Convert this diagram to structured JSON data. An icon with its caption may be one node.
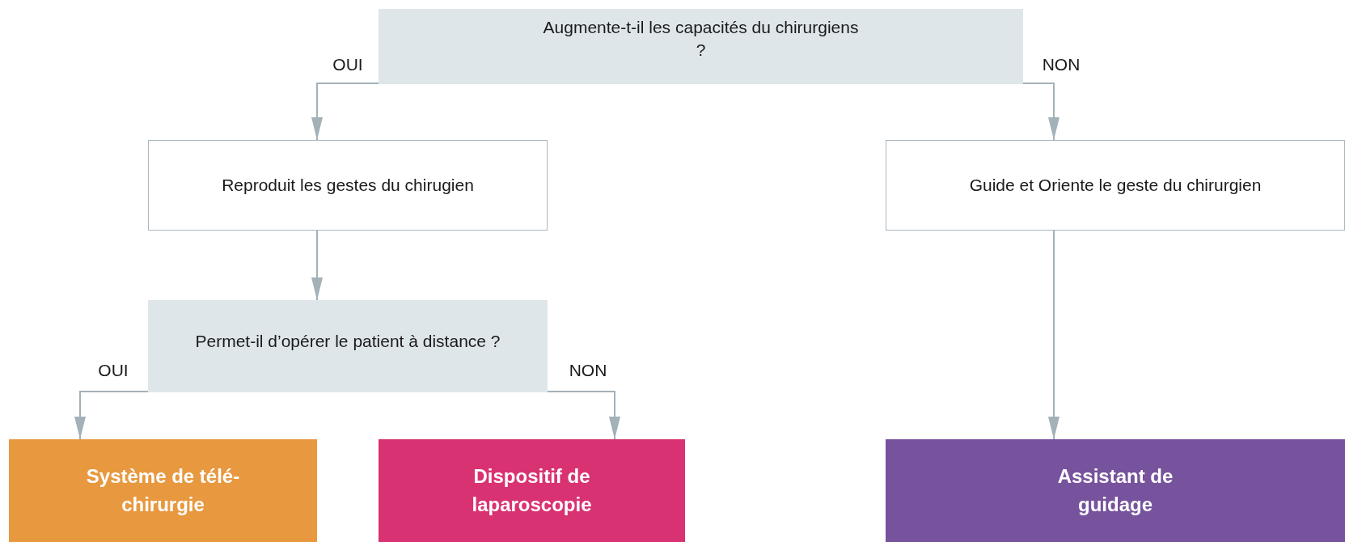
{
  "diagram": {
    "nodes": [
      {
        "text": [
          "Augmente-t-il les capacités du chirurgiens ?"
        ]
      },
      {
        "text": [
          "Reproduit les gestes du chirugien"
        ]
      },
      {
        "text": [
          "Guide et Oriente le geste du chirurgien"
        ]
      },
      {
        "text": [
          "Permet-il d’opérer le patient à distance ?"
        ]
      },
      {
        "text": [
          "Système de télé-chirurgie"
        ]
      },
      {
        "text": [
          "Dispositif de laparoscopie"
        ]
      },
      {
        "text": [
          "Assistant de guidage"
        ]
      }
    ],
    "edges": [
      {
        "from": 0,
        "to": 1,
        "arrow": "to",
        "label": "OUI"
      },
      {
        "from": 0,
        "to": 2,
        "arrow": "to",
        "label": "NON"
      },
      {
        "from": 1,
        "to": 3,
        "arrow": "to"
      },
      {
        "from": 3,
        "to": 4,
        "arrow": "to",
        "label": "OUI"
      },
      {
        "from": 3,
        "to": 5,
        "arrow": "to",
        "label": "NON"
      },
      {
        "from": 2,
        "to": 6,
        "arrow": "to"
      }
    ]
  }
}
